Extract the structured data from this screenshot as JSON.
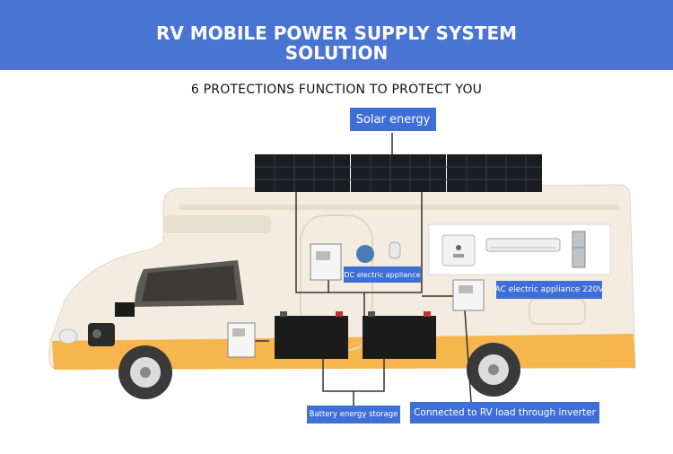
{
  "header": {
    "title_line1": "RV MOBILE POWER SUPPLY SYSTEM",
    "title_line2": "SOLUTION",
    "subtitle": "6 PROTECTIONS FUNCTION TO PROTECT YOU"
  },
  "labels": {
    "solar": "Solar energy",
    "dc_appliance": "DC electric appliance",
    "ac_appliance": "AC electric appliance 220V",
    "battery": "Battery energy storage",
    "inverter": "Connected to RV load through inverter"
  },
  "colors": {
    "header_bg": "#4a74d4",
    "label_bg": "#3f6fd6",
    "rv_body": "#f4ece0",
    "rv_stripe": "#f7b64d",
    "solar_panel": "#1b1d22"
  }
}
